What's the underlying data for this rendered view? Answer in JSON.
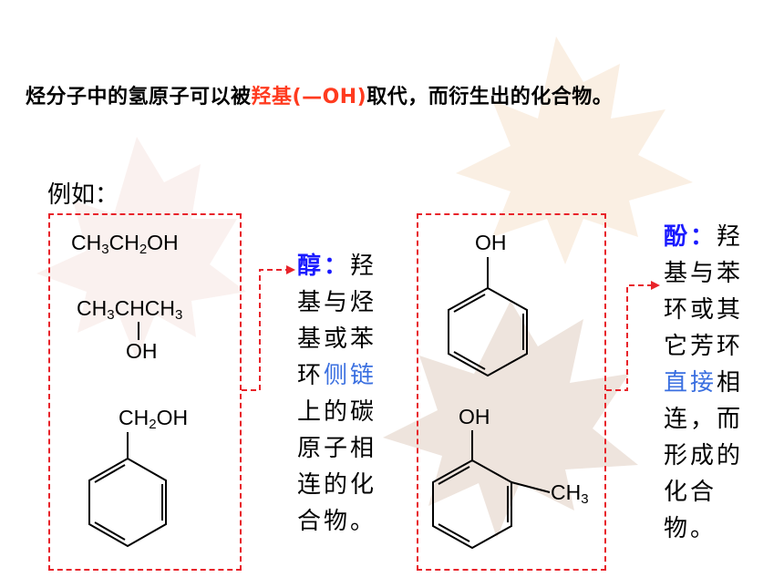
{
  "headline": {
    "prefix": "烃分子中的氢原子可以被",
    "highlight": "羟基(—OH)",
    "suffix": "取代，而衍生出的化合物。"
  },
  "example_label": "例如：",
  "alcohol": {
    "ethanol": {
      "p1": "CH",
      "s1": "3",
      "p2": "CH",
      "s2": "2",
      "p3": "OH"
    },
    "isopropanol": {
      "p1": "CH",
      "s1": "3",
      "p2": "CHCH",
      "s2": "3",
      "oh": "OH"
    },
    "benzyl": {
      "p1": "CH",
      "s1": "2",
      "p2": "OH"
    },
    "term": "醇：",
    "desc_before": "羟基与烃基或苯环",
    "desc_blue": "侧链",
    "desc_after": "上的碳原子相连的化合物。"
  },
  "phenol": {
    "phenol_oh": "OH",
    "cresol_oh": "OH",
    "cresol_ch": "CH",
    "cresol_sub": "3",
    "term": "酚：",
    "desc_before": "羟基与苯环或其它芳环",
    "desc_blue": "直接",
    "desc_after": "相连，而形成的化合物。"
  },
  "colors": {
    "highlight": "#ff3b1f",
    "term": "#1a1aff",
    "emphasis": "#3a6fe0",
    "box": "#e8232a"
  }
}
